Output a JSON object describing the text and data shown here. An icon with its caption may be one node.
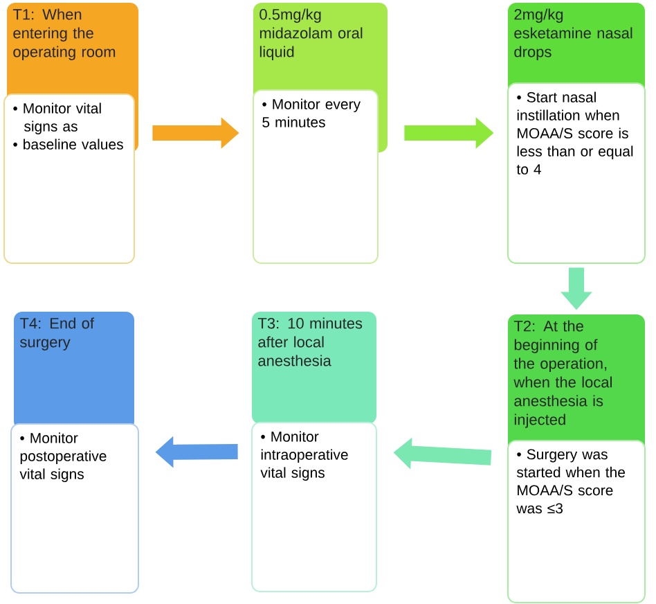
{
  "diagram": {
    "nodes": [
      {
        "text": [
          "T1: When entering the operating room",
          "• Monitor vital signs as",
          "• baseline values"
        ]
      },
      {
        "text": [
          "0.5mg/kg midazolam oral liquid",
          "• Monitor every 5 minutes"
        ]
      },
      {
        "text": [
          "2mg/kg esketamine nasal drops",
          "• Start nasal instillation when MOAA/S score is less than or equal to 4"
        ]
      },
      {
        "text": [
          "T2: At the beginning of the operation, when the local anesthesia is injected",
          "• Surgery was started when the MOAA/S score was ≤3"
        ]
      },
      {
        "text": [
          "T3: 10 minutes after local anesthesia",
          "• Monitor intraoperative vital signs"
        ]
      },
      {
        "text": [
          "T4: End of surgery",
          "• Monitor postoperative vital signs"
        ]
      }
    ],
    "edges": [
      {
        "from": 0,
        "to": 1,
        "arrow": "to",
        "color": "#f5a623"
      },
      {
        "from": 1,
        "to": 2,
        "arrow": "to",
        "color": "#8ee83a"
      },
      {
        "from": 2,
        "to": 3,
        "arrow": "to",
        "color": "#7ae8b0"
      },
      {
        "from": 3,
        "to": 4,
        "arrow": "to",
        "color": "#7ae8b0"
      },
      {
        "from": 4,
        "to": 5,
        "arrow": "to",
        "color": "#5b9be8"
      }
    ]
  }
}
